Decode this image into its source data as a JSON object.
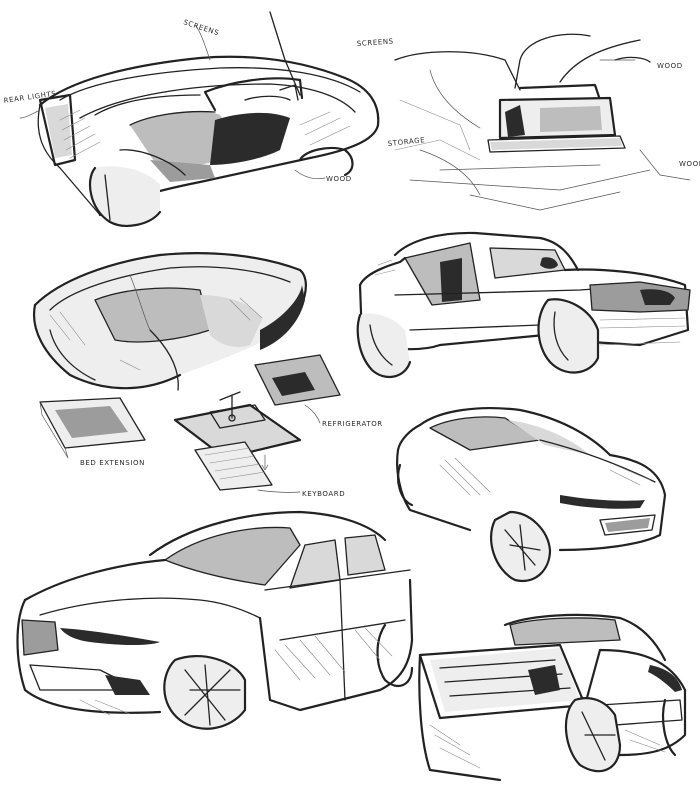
{
  "annotations": {
    "screens_1": "SCREENS",
    "rear_lights": "REAR LIGHTS",
    "wood_1": "WOOD",
    "screens_2": "SCREENS",
    "wood_2": "WOOD",
    "storage": "STORAGE",
    "wood_3": "WOOD",
    "refrigerator": "REFRIGERATOR",
    "bed_extension": "BED EXTENSION",
    "keyboard": "KEYBOARD"
  },
  "sketches": [
    "interior-cabin-perspective",
    "interior-rear-view",
    "interior-seat-module",
    "component-details",
    "pickup-truck-front-three-quarter",
    "hatchback-rear-three-quarter",
    "hatchback-front-three-quarter",
    "pickup-bed-rear-view"
  ],
  "colors": {
    "ink": "#222222",
    "paper": "#ffffff"
  }
}
